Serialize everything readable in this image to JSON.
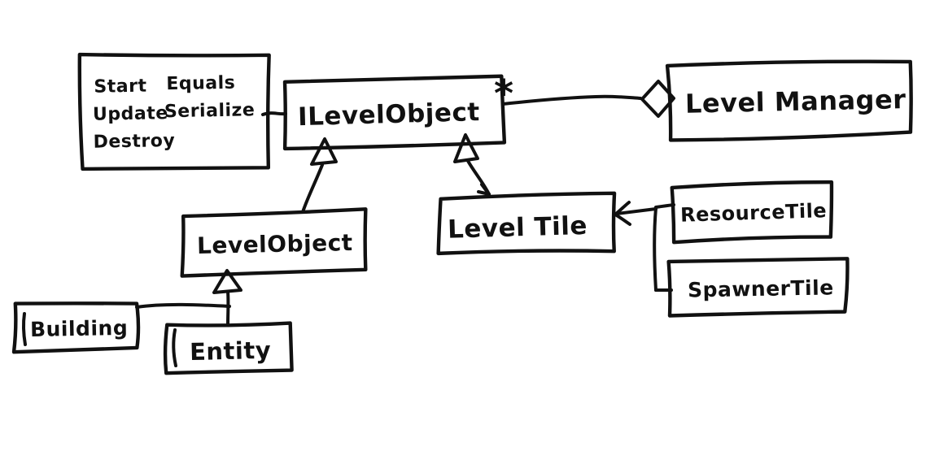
{
  "diagram": {
    "kind": "hand-drawn UML class diagram",
    "colors": {
      "ink": "#111111",
      "background": "#ffffff"
    },
    "interface_members": {
      "col1": [
        "Start",
        "Update",
        "Destroy"
      ],
      "col2": [
        "Equals",
        "Serialize"
      ]
    },
    "classes": {
      "ilevelobject": {
        "label": "ILevelObject"
      },
      "levelmanager": {
        "label": "Level Manager"
      },
      "levelobject": {
        "label": "LevelObject"
      },
      "leveltile": {
        "label": "Level Tile"
      },
      "resourcetile": {
        "label": "ResourceTile"
      },
      "spawnertile": {
        "label": "SpawnerTile"
      },
      "building": {
        "label": "Building"
      },
      "entity": {
        "label": "Entity"
      }
    },
    "relations": [
      {
        "from": "ILevelObject",
        "to": "LevelManager",
        "type": "aggregation",
        "multiplicity": "*"
      },
      {
        "from": "LevelObject",
        "to": "ILevelObject",
        "type": "inheritance"
      },
      {
        "from": "LevelTile",
        "to": "ILevelObject",
        "type": "inheritance"
      },
      {
        "from": "ResourceTile",
        "to": "LevelTile",
        "type": "inheritance"
      },
      {
        "from": "SpawnerTile",
        "to": "LevelTile",
        "type": "inheritance"
      },
      {
        "from": "Building",
        "to": "LevelObject",
        "type": "inheritance"
      },
      {
        "from": "Entity",
        "to": "LevelObject",
        "type": "inheritance"
      }
    ],
    "multiplicity_star": "*"
  }
}
